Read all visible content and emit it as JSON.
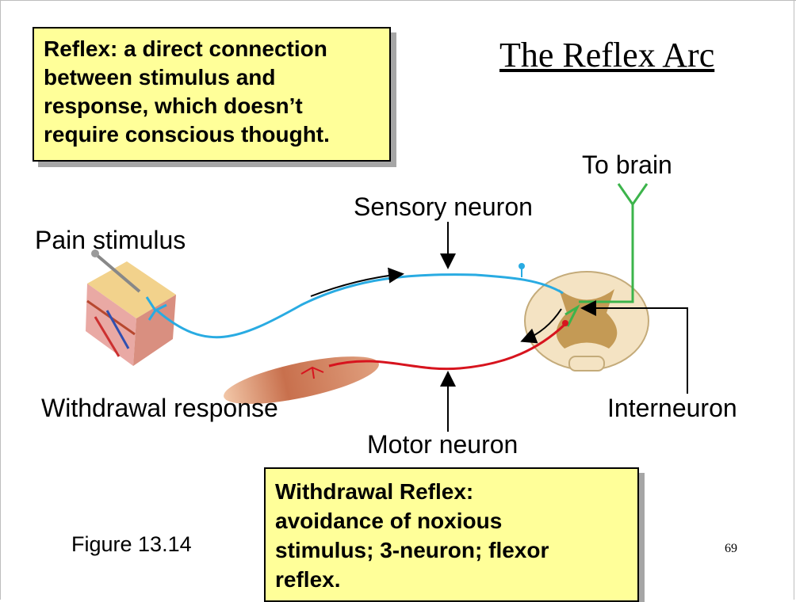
{
  "title": "The Reflex Arc",
  "definition_box": {
    "lines": [
      "Reflex: a direct connection",
      "between stimulus and",
      "response, which doesn’t",
      "require conscious thought."
    ]
  },
  "withdrawal_box": {
    "lines": [
      "Withdrawal Reflex:",
      "avoidance of noxious",
      "stimulus; 3-neuron; flexor",
      "reflex."
    ]
  },
  "labels": {
    "to_brain": "To brain",
    "sensory_neuron": "Sensory neuron",
    "pain_stimulus": "Pain stimulus",
    "withdrawal_response": "Withdrawal response",
    "interneuron": "Interneuron",
    "motor_neuron": "Motor neuron"
  },
  "figure_label": "Figure 13.14",
  "page_number": "69",
  "colors": {
    "sensory": "#29abe2",
    "motor": "#d7141e",
    "interneuron_to_brain": "#3cb44b",
    "note_background": "#ffff99"
  }
}
